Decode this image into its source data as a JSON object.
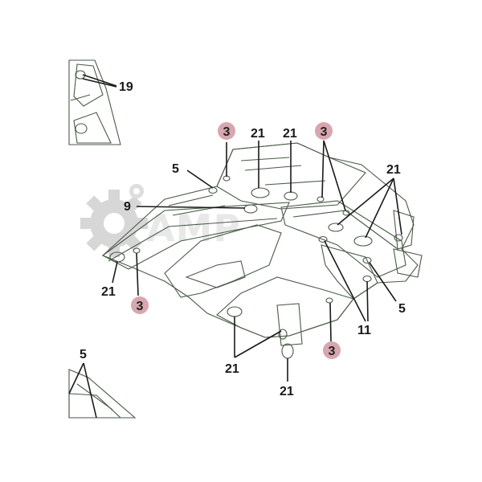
{
  "colors": {
    "panel": "#dfead3",
    "panel_shade": "#c6d6b9",
    "panel_dark": "#aec0a2",
    "outline": "#4a5a48",
    "badge_fill": "#d8a6ae",
    "plug_fill": "#e8efe0",
    "watermark": "#b8b8b8"
  },
  "watermark": {
    "text": "AMP",
    "icon": "gear-icon"
  },
  "callouts": {
    "c19": "19",
    "c5_left": "5",
    "c9": "9",
    "c21_top_a": "21",
    "c21_top_b": "21",
    "c21_right": "21",
    "c21_left": "21",
    "c21_bottom_a": "21",
    "c21_bottom_b": "21",
    "c5_right": "5",
    "c11": "11",
    "c5_bottom_left": "5",
    "c3_top_left": "3",
    "c3_top_right": "3",
    "c3_left": "3",
    "c3_bottom": "3"
  }
}
